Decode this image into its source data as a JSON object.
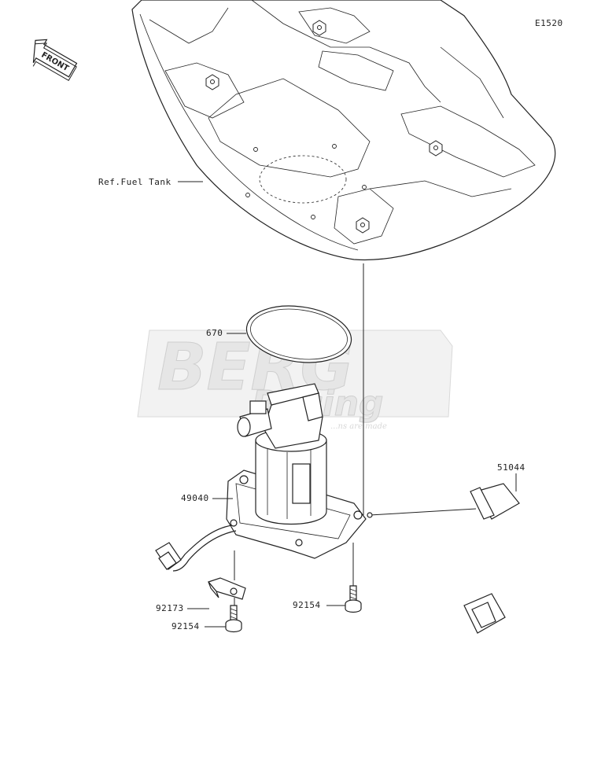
{
  "diagram_code": "E1520",
  "front_marker": "FRONT",
  "ref_label": "Ref.Fuel Tank",
  "watermark": {
    "brand": "BERG",
    "sub": "Racing",
    "tagline": "...ns are made"
  },
  "parts": [
    {
      "id": "p670",
      "number": "670"
    },
    {
      "id": "p49040",
      "number": "49040"
    },
    {
      "id": "p92173",
      "number": "92173"
    },
    {
      "id": "p92154a",
      "number": "92154"
    },
    {
      "id": "p92154b",
      "number": "92154"
    },
    {
      "id": "p51044",
      "number": "51044"
    }
  ]
}
